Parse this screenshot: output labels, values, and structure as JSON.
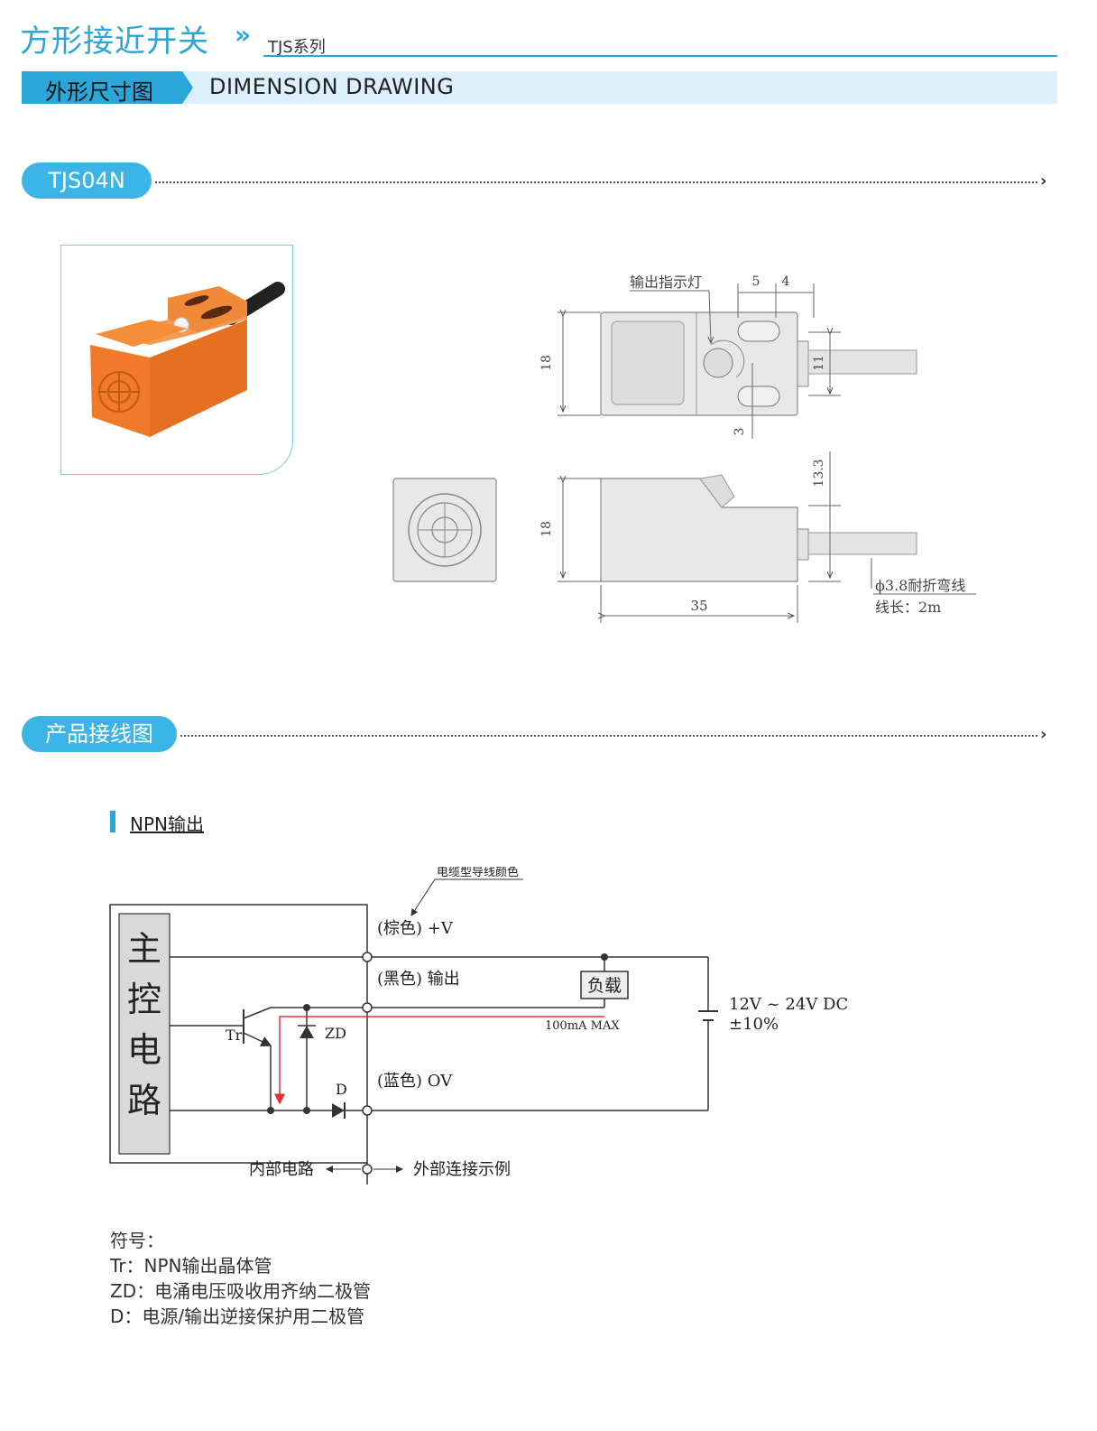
{
  "header": {
    "title": "方形接近开关",
    "arrow": "»",
    "series": "TJS系列",
    "section_cn": "外形尺寸图",
    "section_en": "DIMENSION DRAWING"
  },
  "model": {
    "name": "TJS04N"
  },
  "dimension": {
    "indicator_label": "输出指示灯",
    "dim_5": "5",
    "dim_4": "4",
    "dim_18_top": "18",
    "dim_11": "11",
    "dim_3": "3",
    "dim_13_3": "13.3",
    "dim_18_side": "18",
    "dim_35": "35",
    "cable_spec": "ϕ3.8耐折弯线",
    "cable_length": "线长：2m"
  },
  "wiring": {
    "section_title": "产品接线图",
    "output_type": "NPN输出",
    "wire_color_note": "电缆型导线颜色",
    "main_circuit_chars": [
      "主",
      "控",
      "电",
      "路"
    ],
    "brown_label": "(棕色) +V",
    "black_label": "(黑色) 输出",
    "blue_label": "(蓝色) OV",
    "load_label": "负载",
    "current_label": "100mA MAX",
    "supply_label": "12V ~ 24V DC",
    "supply_tol": "±10%",
    "tr_label": "Tr",
    "zd_label": "ZD",
    "d_label": "D",
    "internal_label": "内部电路",
    "external_label": "外部连接示例"
  },
  "legend": {
    "title": "符号：",
    "items": [
      "Tr：NPN输出晶体管",
      "ZD：电涌电压吸收用齐纳二极管",
      "D：电源/输出逆接保护用二极管"
    ]
  },
  "colors": {
    "accent": "#2aa6d9",
    "pill": "#3db4e6",
    "band": "#dcf0fb",
    "sensor_orange": "#f07a2a",
    "current_line": "#e53030"
  }
}
